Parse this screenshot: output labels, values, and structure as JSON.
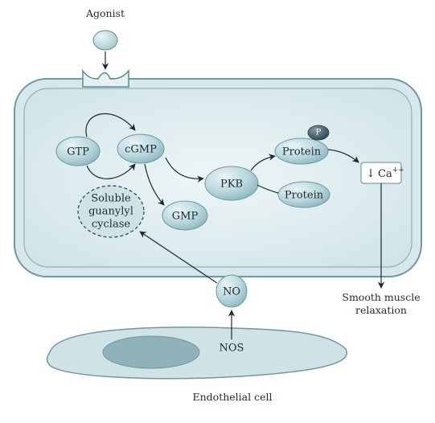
{
  "diagram": {
    "agonist_label": "Agonist",
    "nodes": {
      "gtp": "GTP",
      "cgmp": "cGMP",
      "gmp": "GMP",
      "pkb": "PKB",
      "protein_p": "Protein",
      "protein": "Protein",
      "phosphate": "P",
      "sgc": [
        "Soluble",
        "guanylyl",
        "cyclase"
      ],
      "no": "NO",
      "nos": "NOS",
      "calcium": "Ca",
      "calcium_charge": "++",
      "calcium_arrow": "↓"
    },
    "outputs": {
      "relaxation": [
        "Smooth muscle",
        "relaxation"
      ]
    },
    "endothelial_label": "Endothelial cell",
    "colors": {
      "cell_fill": "#d5e7ea",
      "cell_stroke": "#5e8b95",
      "node_fill": "#b7d6dc",
      "node_stroke": "#5e8b95",
      "phosphate_fill": "#3a5a62",
      "nucleus_fill": "#8fb1b8"
    }
  }
}
